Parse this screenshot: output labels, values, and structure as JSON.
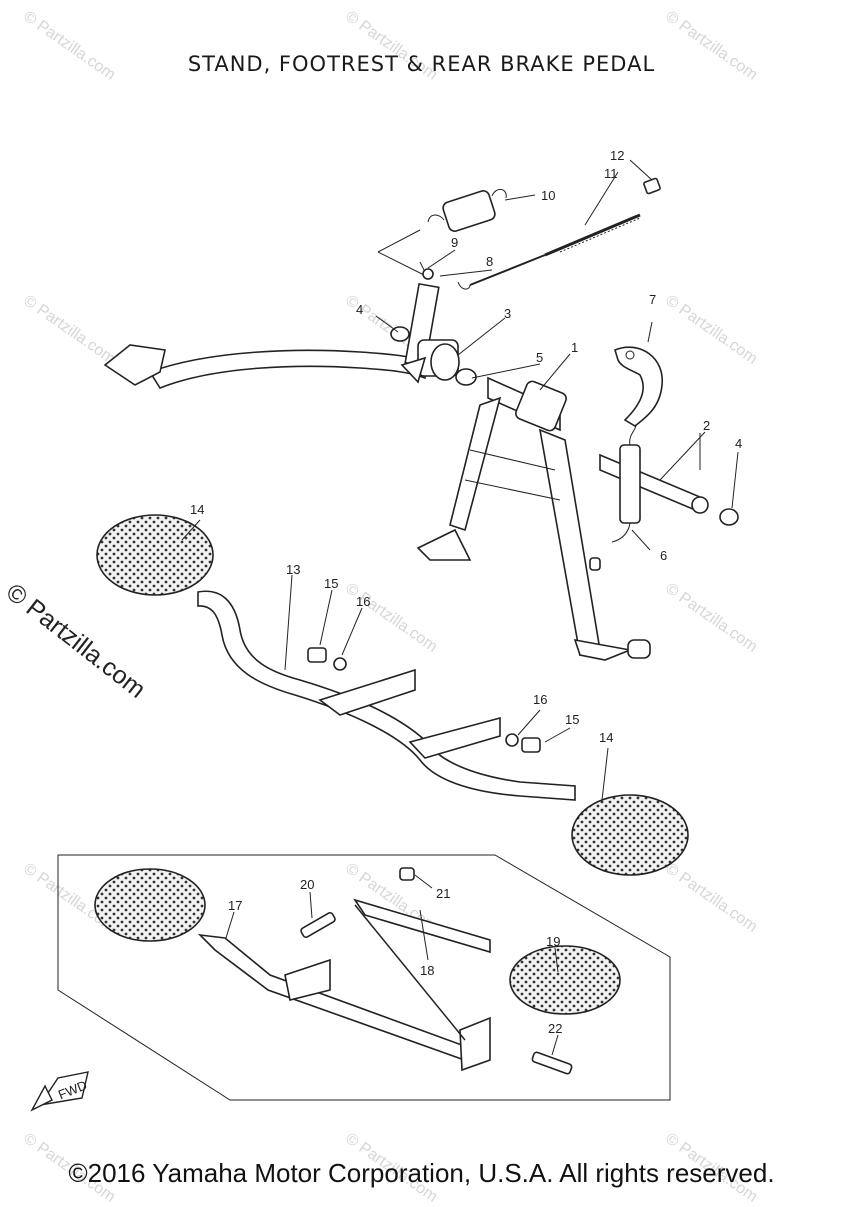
{
  "title": "STAND, FOOTREST & REAR BRAKE PEDAL",
  "footer": "©2016 Yamaha Motor Corporation, U.S.A. All rights reserved.",
  "watermark_small": "© Partzilla.com",
  "watermark_large": "© Partzilla.com",
  "fwd_label": "FWD",
  "callouts": {
    "c1": "1",
    "c2": "2",
    "c3": "3",
    "c4a": "4",
    "c4b": "4",
    "c5": "5",
    "c6": "6",
    "c7": "7",
    "c8": "8",
    "c9": "9",
    "c10": "10",
    "c11": "11",
    "c12": "12",
    "c13": "13",
    "c14a": "14",
    "c14b": "14",
    "c15a": "15",
    "c15b": "15",
    "c16a": "16",
    "c16b": "16",
    "c17": "17",
    "c18": "18",
    "c19": "19",
    "c20": "20",
    "c21": "21",
    "c22": "22"
  }
}
